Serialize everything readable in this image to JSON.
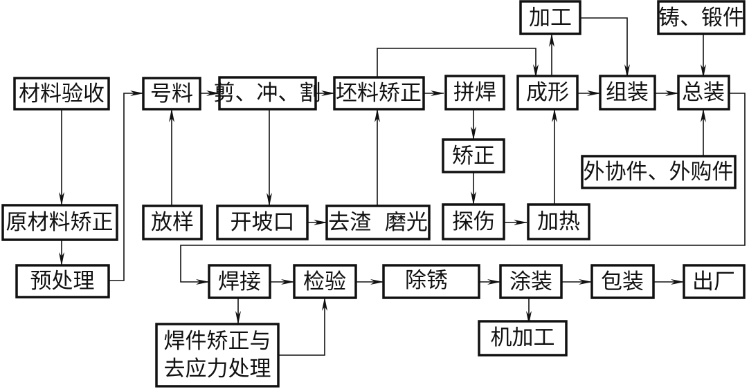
{
  "diagram": {
    "type": "process-flowchart",
    "colors": {
      "line": "#111111",
      "box_fill": "#ffffff",
      "background": "#ffffff"
    },
    "nodes": {
      "material_acceptance": "材料验收",
      "raw_material_straightening": "原材料矫正",
      "pretreatment": "预处理",
      "marking": "号料",
      "lofting": "放样",
      "shear_punch_cut": "剪、冲、割",
      "beveling": "开坡口",
      "blank_straightening": "坯料矫正",
      "deslag_polish": "去渣  磨光",
      "splice_welding": "拼焊",
      "straightening": "矫正",
      "flaw_detection": "探伤",
      "heating": "加热",
      "forming": "成形",
      "machining_top": "加工",
      "sub_assembly": "组装",
      "castings_forgings": "铸、锻件",
      "final_assembly": "总装",
      "outsourced_parts": "外协件、外购件",
      "welding": "焊接",
      "weld_straighten_stress_relief_line1": "焊件矫正与",
      "weld_straighten_stress_relief_line2": "去应力处理",
      "inspection": "检验",
      "rust_removal": "除锈",
      "coating": "涂装",
      "machining_bottom": "机加工",
      "packaging": "包装",
      "leave_factory": "出厂"
    },
    "edges": [
      [
        "材料验收",
        "原材料矫正"
      ],
      [
        "原材料矫正",
        "预处理"
      ],
      [
        "预处理",
        "号料"
      ],
      [
        "放样",
        "号料"
      ],
      [
        "号料",
        "剪、冲、割"
      ],
      [
        "剪、冲、割",
        "坯料矫正"
      ],
      [
        "剪、冲、割",
        "开坡口"
      ],
      [
        "开坡口",
        "去渣  磨光"
      ],
      [
        "去渣  磨光",
        "坯料矫正"
      ],
      [
        "坯料矫正",
        "拼焊"
      ],
      [
        "坯料矫正",
        "成形"
      ],
      [
        "拼焊",
        "矫正"
      ],
      [
        "矫正",
        "探伤"
      ],
      [
        "探伤",
        "加热"
      ],
      [
        "加热",
        "成形"
      ],
      [
        "成形",
        "加工"
      ],
      [
        "成形",
        "组装"
      ],
      [
        "加工",
        "组装"
      ],
      [
        "组装",
        "总装"
      ],
      [
        "铸、锻件",
        "总装"
      ],
      [
        "外协件、外购件",
        "总装"
      ],
      [
        "总装",
        "焊接"
      ],
      [
        "焊接",
        "检验"
      ],
      [
        "焊接",
        "焊件矫正与去应力处理"
      ],
      [
        "焊件矫正与去应力处理",
        "检验"
      ],
      [
        "检验",
        "除锈"
      ],
      [
        "除锈",
        "涂装"
      ],
      [
        "涂装",
        "机加工"
      ],
      [
        "涂装",
        "包装"
      ],
      [
        "包装",
        "出厂"
      ]
    ]
  }
}
